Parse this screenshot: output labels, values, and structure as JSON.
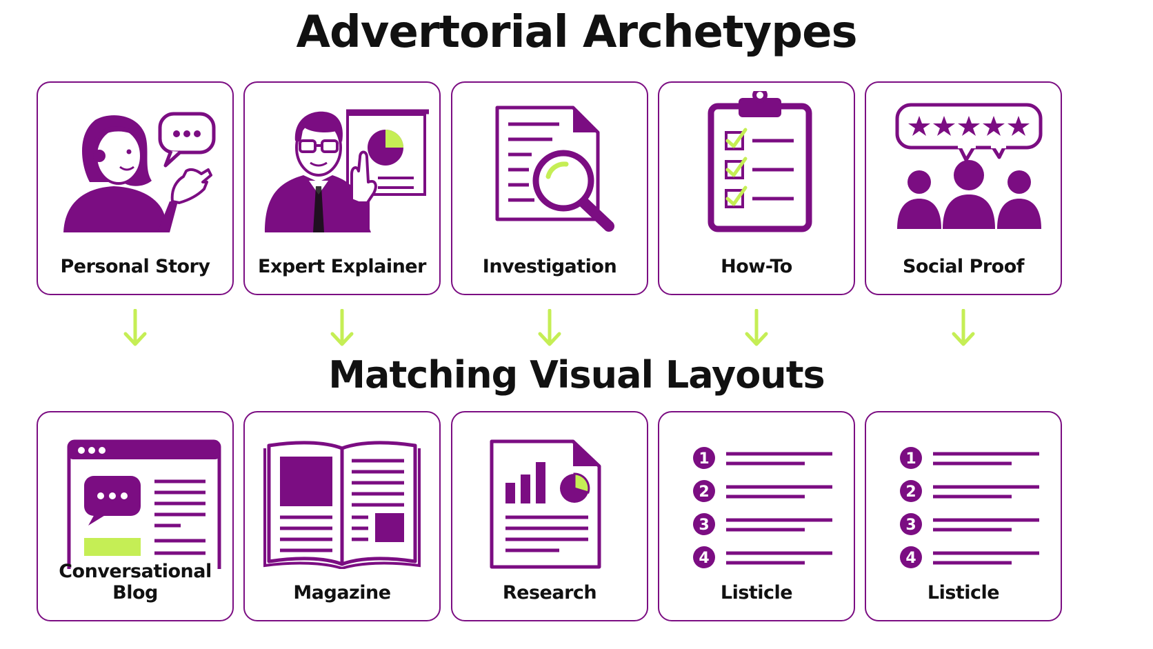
{
  "title": "Advertorial Archetypes",
  "subtitle": "Matching Visual Layouts",
  "colors": {
    "purple": "#7B0D82",
    "lime": "#C5EE55",
    "text": "#111111",
    "background": "#FFFFFF"
  },
  "archetypes": [
    {
      "label": "Personal Story",
      "icon": "woman-speech-bubble-icon"
    },
    {
      "label": "Expert Explainer",
      "icon": "expert-presenter-icon"
    },
    {
      "label": "Investigation",
      "icon": "document-magnifier-icon"
    },
    {
      "label": "How-To",
      "icon": "clipboard-checklist-icon"
    },
    {
      "label": "Social Proof",
      "icon": "group-five-star-review-icon"
    }
  ],
  "layouts": [
    {
      "label": "Conversational Blog",
      "icon": "browser-chat-icon"
    },
    {
      "label": "Magazine",
      "icon": "open-magazine-icon"
    },
    {
      "label": "Research",
      "icon": "report-chart-icon"
    },
    {
      "label": "Listicle",
      "icon": "numbered-list-icon",
      "numbers": [
        "1",
        "2",
        "3",
        "4"
      ]
    },
    {
      "label": "Listicle",
      "icon": "numbered-list-icon",
      "numbers": [
        "1",
        "2",
        "3",
        "4"
      ]
    }
  ],
  "connector": {
    "icon": "down-arrow-icon"
  }
}
